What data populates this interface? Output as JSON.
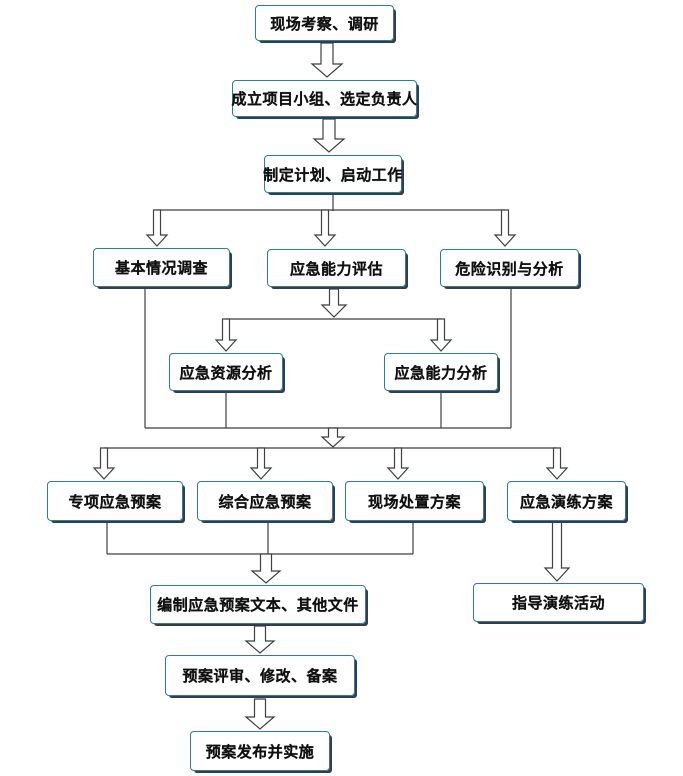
{
  "diagram": {
    "type": "flowchart",
    "background_color": "#ffffff",
    "node_fill_top": "#aadeee",
    "node_fill_mid": "#55b0cb",
    "node_fill_bottom": "#1f7697",
    "node_border_color": "#2b7f9b",
    "node_shadow_color": "#363d49",
    "connector_color": "#3f3f3f",
    "arrow_fill": "#ffffff",
    "text_color": "#101010"
  },
  "nodes": {
    "site_survey": {
      "label": "现场考察、调研"
    },
    "team": {
      "label": "成立项目小组、选定负责人"
    },
    "plan": {
      "label": "制定计划、启动工作"
    },
    "basic_survey": {
      "label": "基本情况调查"
    },
    "capability_eval": {
      "label": "应急能力评估"
    },
    "hazard_id": {
      "label": "危险识别与分析"
    },
    "resource_analysis": {
      "label": "应急资源分析"
    },
    "capability_analysis": {
      "label": "应急能力分析"
    },
    "special_plan": {
      "label": "专项应急预案"
    },
    "comprehensive_plan": {
      "label": "综合应急预案"
    },
    "onsite_plan": {
      "label": "现场处置方案"
    },
    "drill_plan": {
      "label": "应急演练方案"
    },
    "compile_docs": {
      "label": "编制应急预案文本、其他文件"
    },
    "guide_drill": {
      "label": "指导演练活动"
    },
    "review": {
      "label": "预案评审、修改、备案"
    },
    "publish": {
      "label": "预案发布并实施"
    }
  },
  "edges": [
    {
      "from": [
        "site_survey"
      ],
      "to": [
        "team"
      ]
    },
    {
      "from": [
        "team"
      ],
      "to": [
        "plan"
      ]
    },
    {
      "from": [
        "plan"
      ],
      "to": [
        "basic_survey",
        "capability_eval",
        "hazard_id"
      ]
    },
    {
      "from": [
        "capability_eval"
      ],
      "to": [
        "resource_analysis",
        "capability_analysis"
      ]
    },
    {
      "from": [
        "basic_survey",
        "resource_analysis",
        "capability_analysis",
        "hazard_id"
      ],
      "to": [
        "special_plan",
        "comprehensive_plan",
        "onsite_plan",
        "drill_plan"
      ]
    },
    {
      "from": [
        "special_plan",
        "comprehensive_plan",
        "onsite_plan"
      ],
      "to": [
        "compile_docs"
      ]
    },
    {
      "from": [
        "drill_plan"
      ],
      "to": [
        "guide_drill"
      ]
    },
    {
      "from": [
        "compile_docs"
      ],
      "to": [
        "review"
      ]
    },
    {
      "from": [
        "review"
      ],
      "to": [
        "publish"
      ]
    }
  ]
}
